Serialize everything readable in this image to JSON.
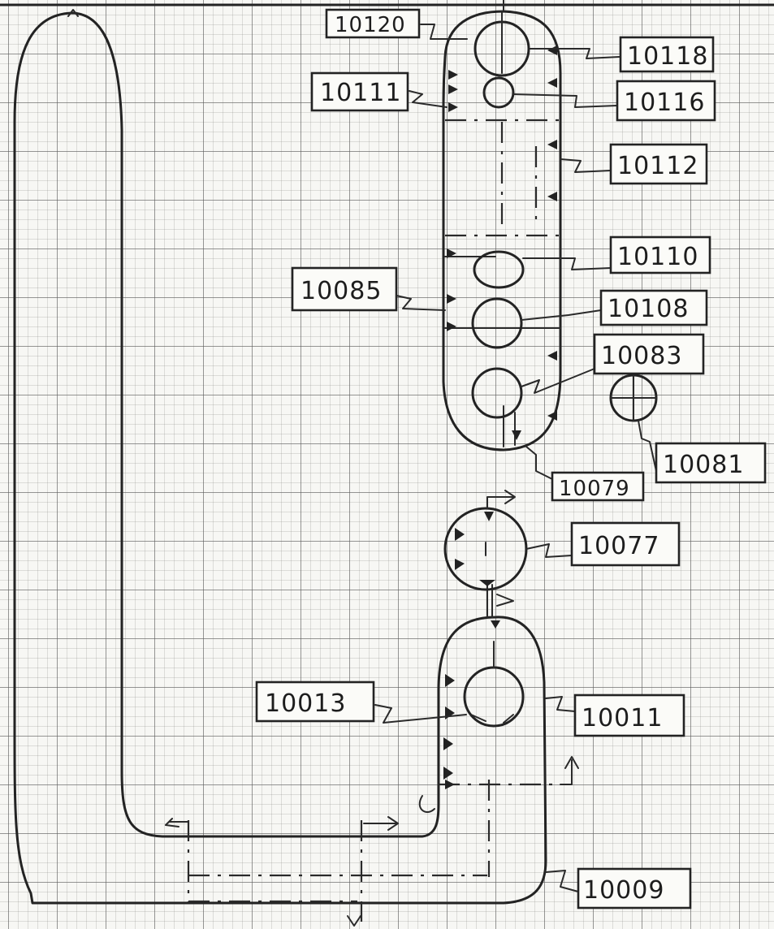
{
  "diagram": {
    "labels": {
      "l10120": "10120",
      "l10118": "10118",
      "l10111": "10111",
      "l10116": "10116",
      "l10112": "10112",
      "l10110": "10110",
      "l10085": "10085",
      "l10108": "10108",
      "l10083": "10083",
      "l10081": "10081",
      "l10079": "10079",
      "l10077": "10077",
      "l10013": "10013",
      "l10011": "10011",
      "l10009": "10009"
    }
  }
}
